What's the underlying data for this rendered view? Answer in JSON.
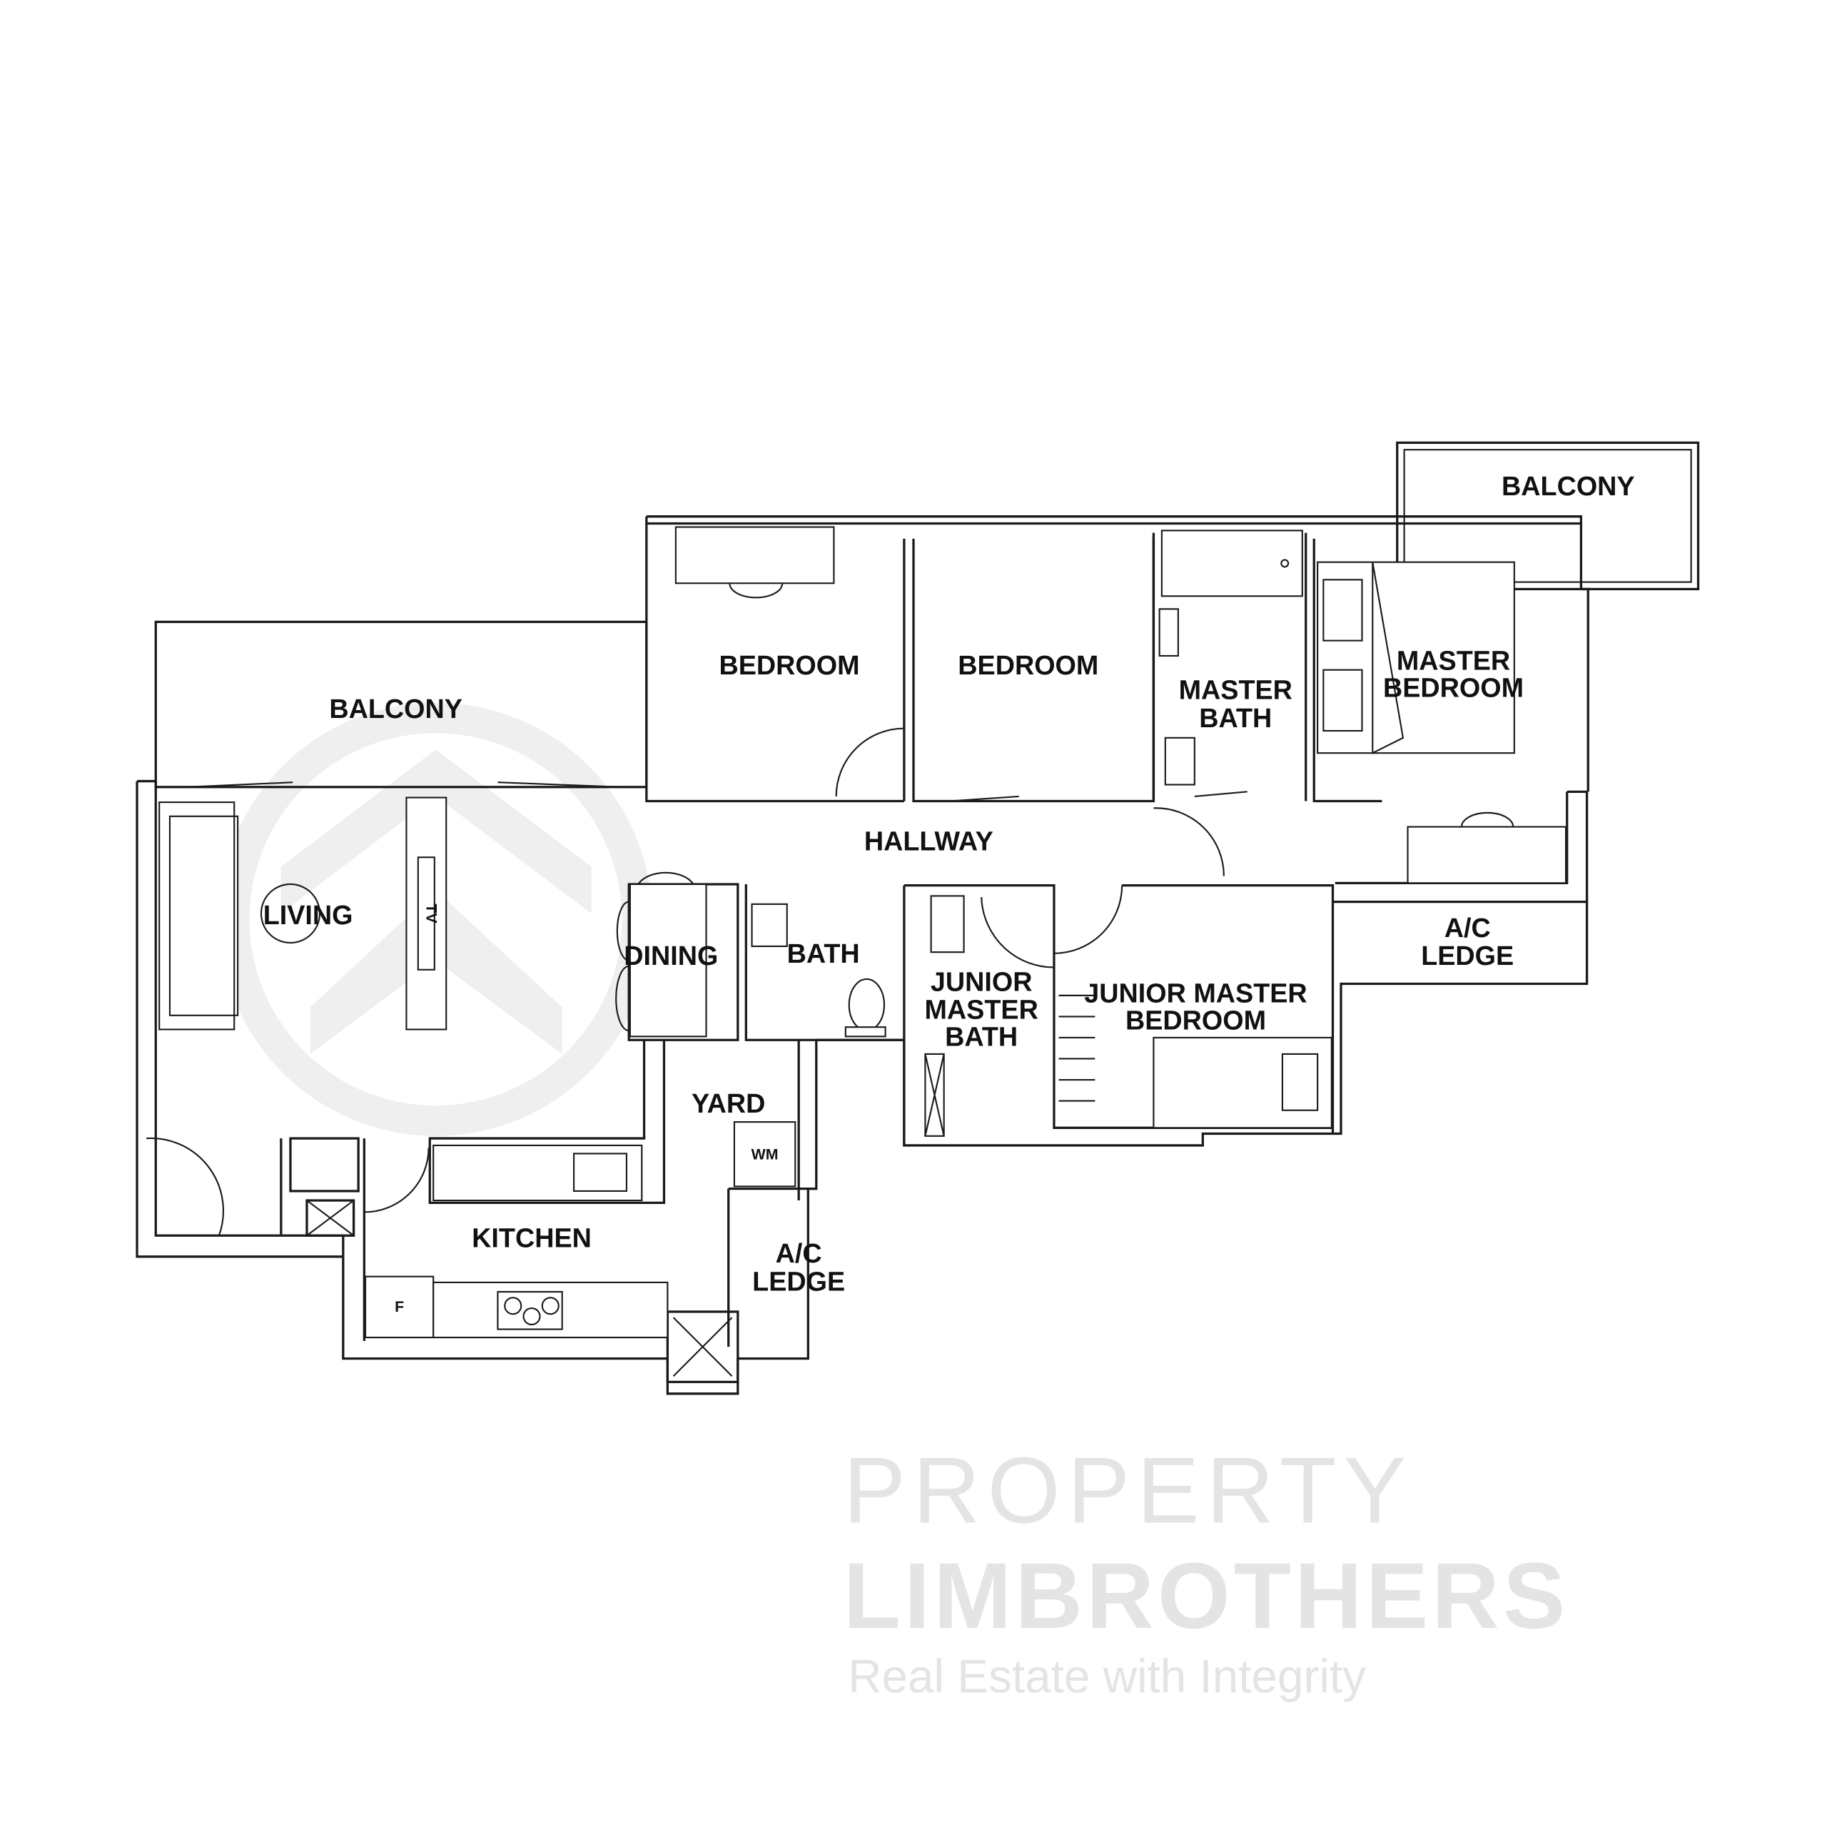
{
  "watermark": {
    "line1": "PROPERTY",
    "line2": "LIMBROTHERS",
    "tagline": "Real Estate with Integrity",
    "color": "#ececec"
  },
  "rooms": {
    "balcony_left": "BALCONY",
    "balcony_top": "BALCONY",
    "living": "LIVING",
    "dining": "DINING",
    "kitchen": "KITCHEN",
    "yard": "YARD",
    "bath": "BATH",
    "hallway": "HALLWAY",
    "bedroom_1": "BEDROOM",
    "bedroom_2": "BEDROOM",
    "master_bath": [
      "MASTER",
      "BATH"
    ],
    "master_bedroom": [
      "MASTER",
      "BEDROOM"
    ],
    "ac_ledge_right": [
      "A/C",
      "LEDGE"
    ],
    "ac_ledge_bottom": [
      "A/C",
      "LEDGE"
    ],
    "junior_master_bath": [
      "JUNIOR",
      "MASTER",
      "BATH"
    ],
    "junior_master_bedroom": [
      "JUNIOR MASTER",
      "BEDROOM"
    ]
  },
  "fixtures": {
    "tv": "TV",
    "washing_machine": "WM",
    "fridge": "F"
  },
  "colors": {
    "line": "#1a1a1a",
    "background": "#ffffff"
  }
}
